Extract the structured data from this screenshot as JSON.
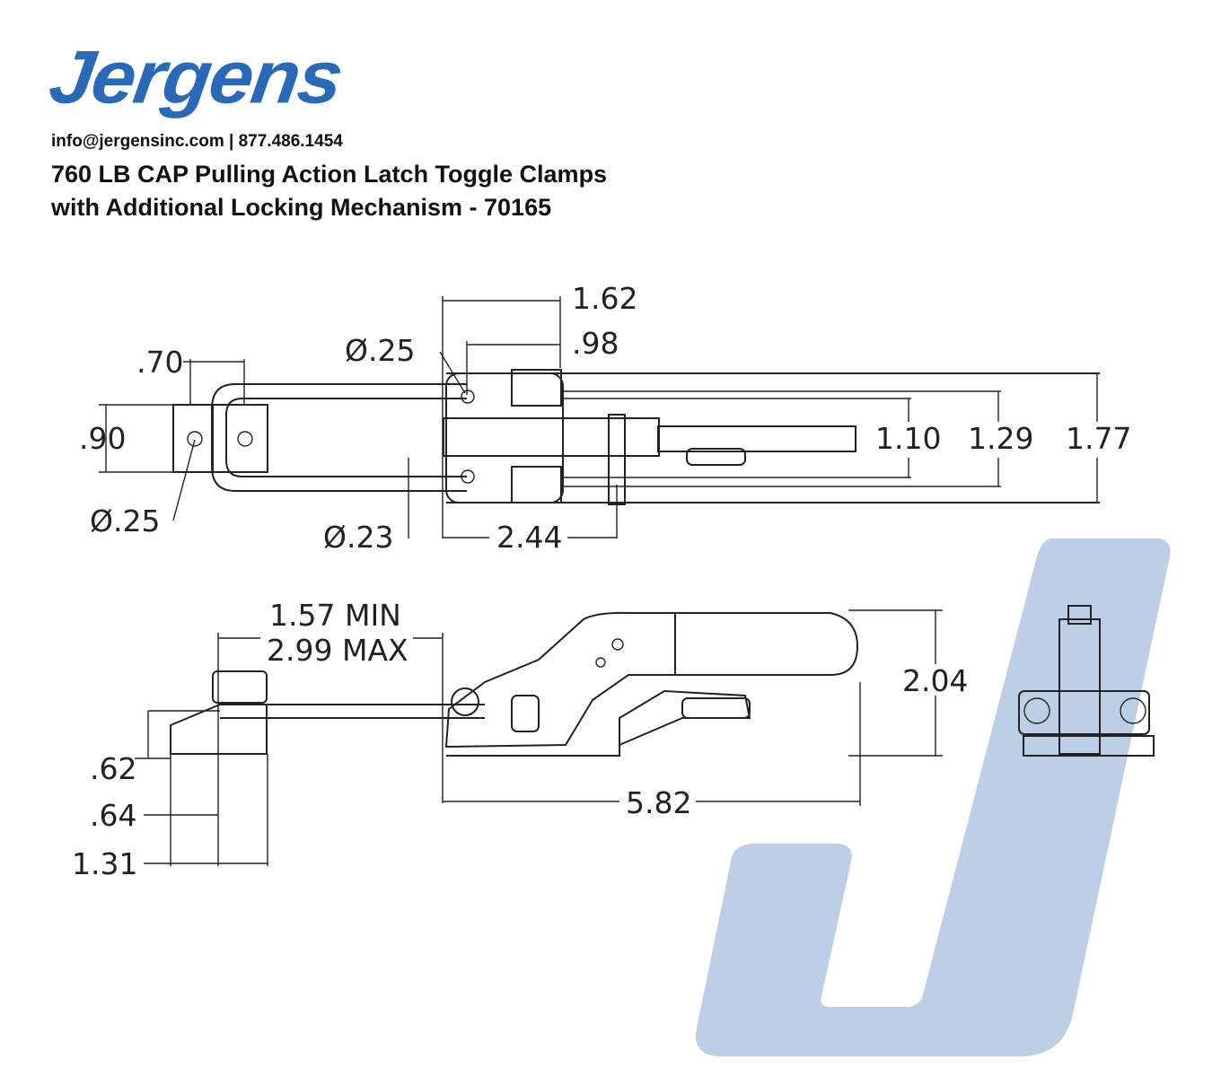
{
  "header": {
    "logo_text": "Jergens",
    "contact": "info@jergensinc.com | 877.486.1454",
    "title_line1": "760 LB CAP Pulling Action Latch Toggle Clamps",
    "title_line2": "with Additional Locking Mechanism - 70165"
  },
  "top_view_dims": {
    "d_162": "1.62",
    "d_098": ".98",
    "hole_025_right": "Ø.25",
    "d_070": ".70",
    "d_090": ".90",
    "hole_025_left": "Ø.25",
    "hole_023": "Ø.23",
    "d_244": "2.44",
    "d_110": "1.10",
    "d_129": "1.29",
    "d_177": "1.77"
  },
  "side_view_dims": {
    "min": "1.57 MIN",
    "max": "2.99 MAX",
    "d_204": "2.04",
    "d_062": ".62",
    "d_064": ".64",
    "d_131": "1.31",
    "d_582": "5.82"
  },
  "colors": {
    "brand": "#2a68b8",
    "watermark": "#bccfe6"
  }
}
